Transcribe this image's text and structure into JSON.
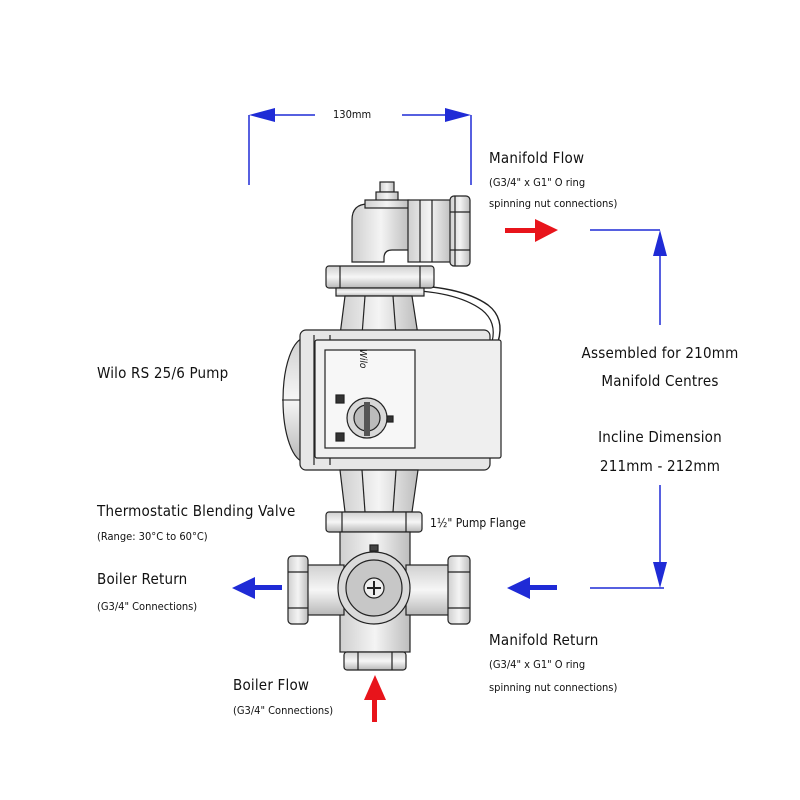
{
  "dimensions": {
    "width_label": "130mm",
    "assembled_title": "Assembled for 210mm",
    "assembled_sub": "Manifold Centres",
    "incline_title": "Incline Dimension",
    "incline_sub": "211mm - 212mm"
  },
  "labels": {
    "manifold_flow": {
      "title": "Manifold Flow",
      "line1": "(G3/4\" x G1\" O ring",
      "line2": "spinning nut connections)"
    },
    "pump": {
      "title": "Wilo RS 25/6 Pump"
    },
    "pump_brand": "Wilo",
    "blending_valve": {
      "title": "Thermostatic Blending Valve",
      "range": "(Range: 30°C to 60°C)"
    },
    "pump_flange": "1½\" Pump Flange",
    "boiler_return": {
      "title": "Boiler Return",
      "sub": "(G3/4\" Connections)"
    },
    "manifold_return": {
      "title": "Manifold Return",
      "line1": "(G3/4\" x G1\" O ring",
      "line2": "spinning nut connections)"
    },
    "boiler_flow": {
      "title": "Boiler Flow",
      "sub": "(G3/4\" Connections)"
    }
  },
  "colors": {
    "flow_arrow": "#e8141b",
    "return_arrow": "#1f2bd6",
    "dimension_line": "#1f2bd6"
  }
}
